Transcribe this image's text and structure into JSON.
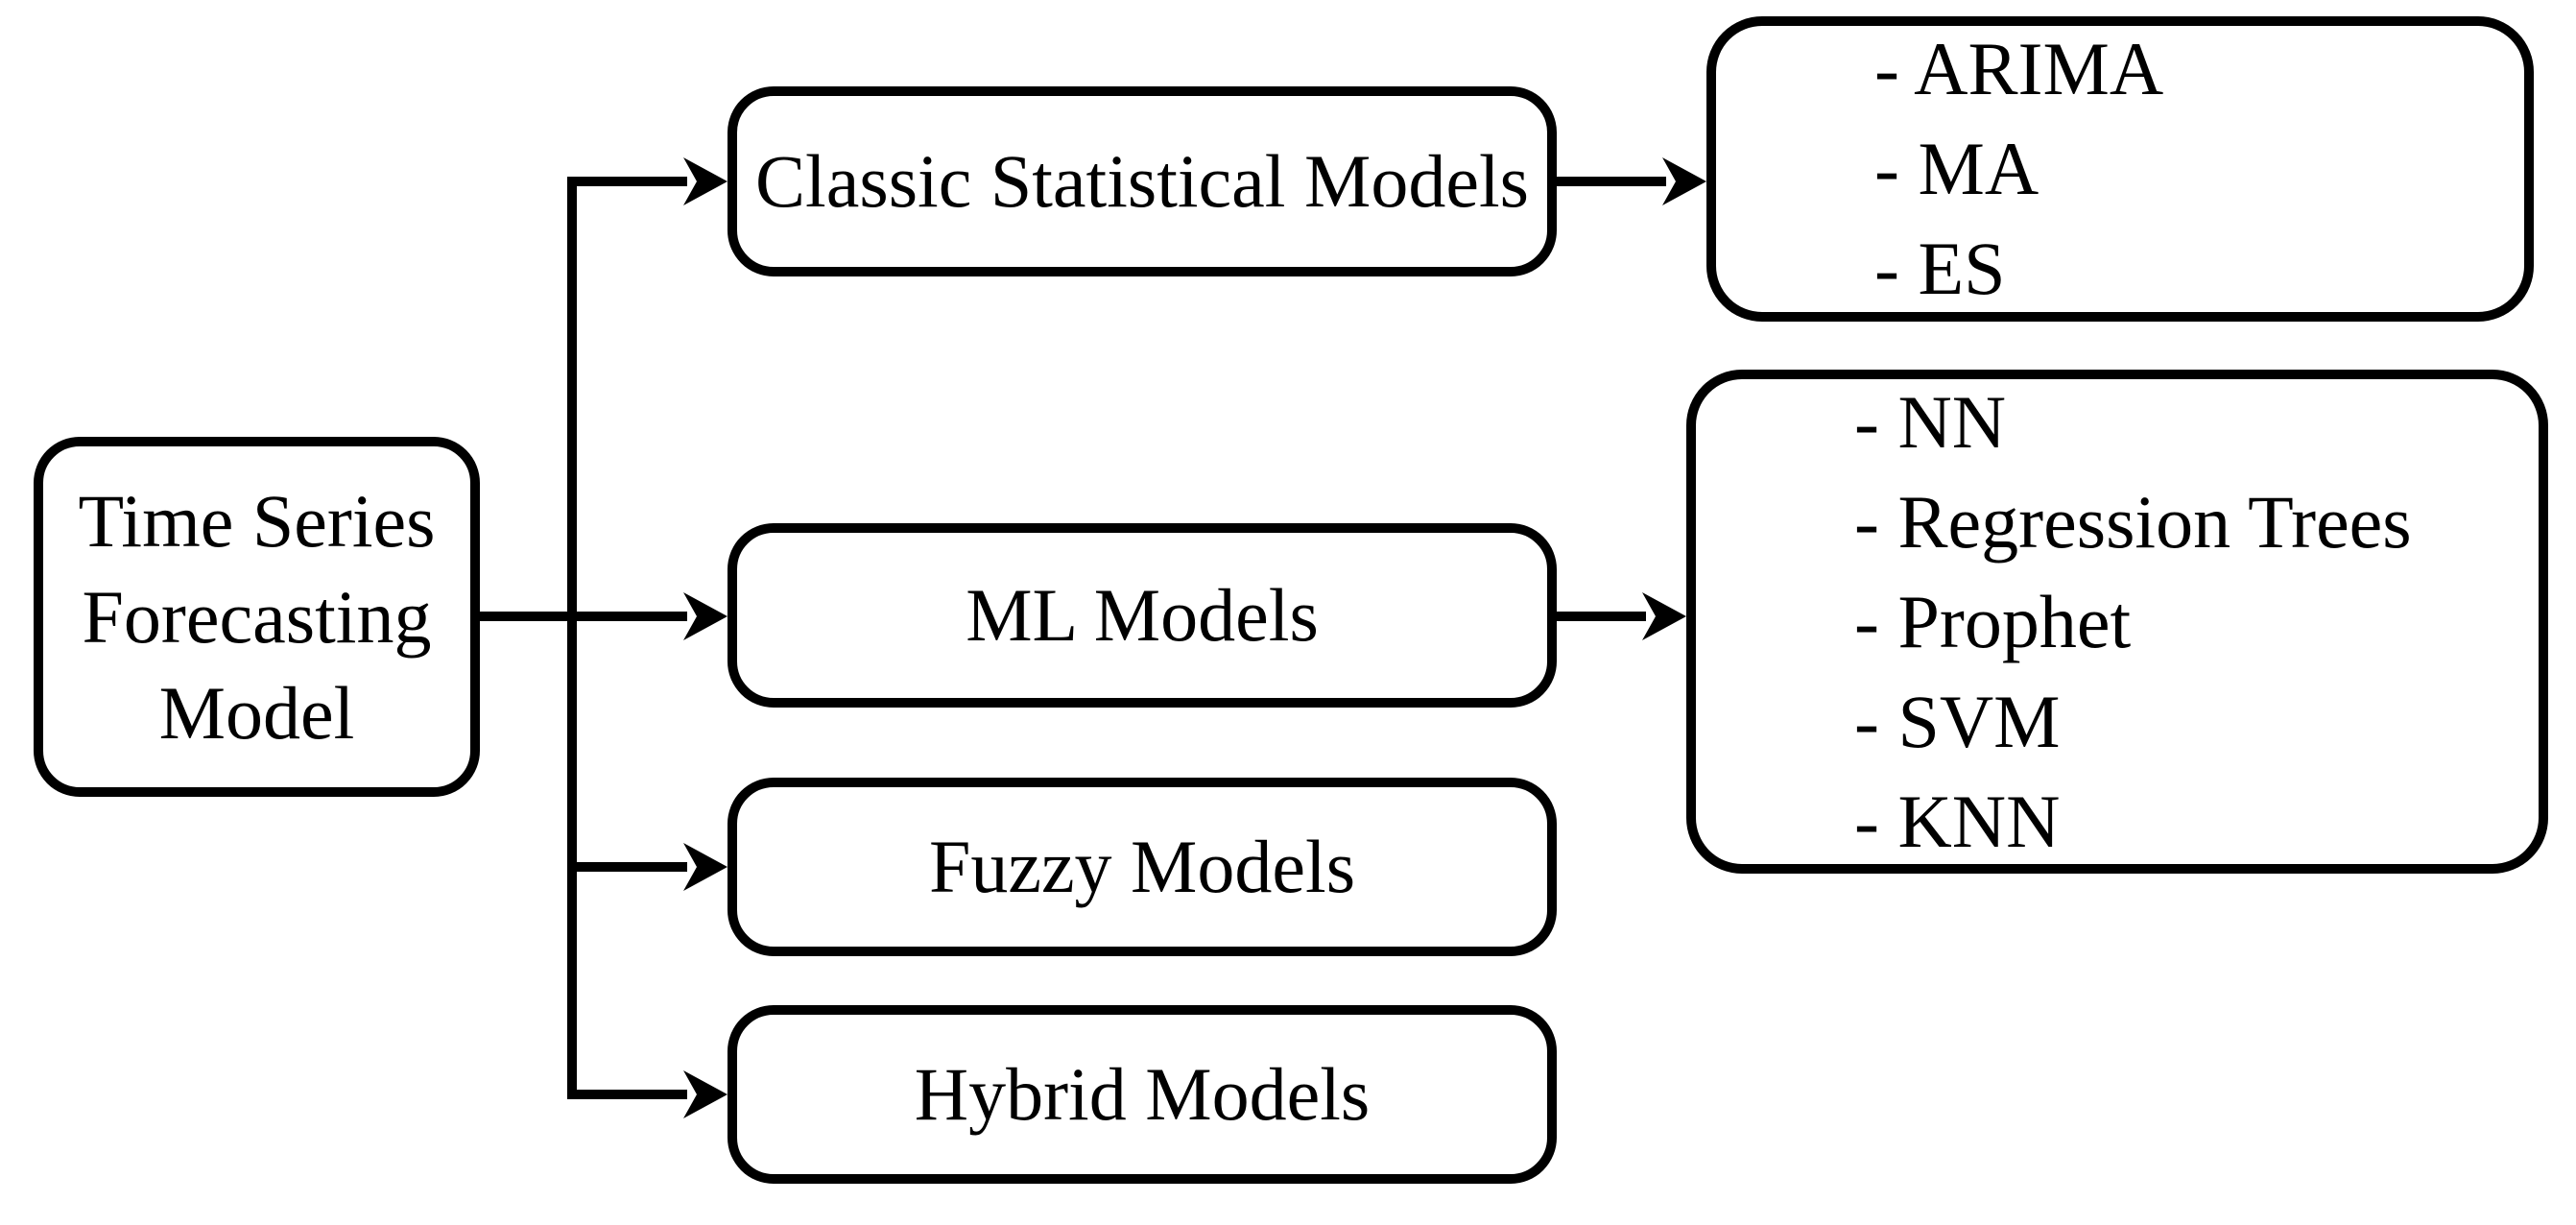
{
  "figure": {
    "background_color": "#ffffff",
    "line_color": "#000000",
    "text_color": "#000000"
  },
  "root_box": {
    "label": "Time Series\nForecasting\nModel"
  },
  "category_boxes": [
    {
      "id": "classic-statistical-models",
      "label": "Classic Statistical Models"
    },
    {
      "id": "ml-models",
      "label": "ML Models"
    },
    {
      "id": "fuzzy-models",
      "label": "Fuzzy Models"
    },
    {
      "id": "hybrid-models",
      "label": "Hybrid Models"
    }
  ],
  "leaf_boxes": [
    {
      "id": "classic-statistical-examples",
      "items": [
        "- ARIMA",
        "- MA",
        "- ES"
      ]
    },
    {
      "id": "ml-examples",
      "items": [
        "- NN",
        "- Regression Trees",
        "- Prophet",
        "- SVM",
        "- KNN"
      ]
    }
  ]
}
